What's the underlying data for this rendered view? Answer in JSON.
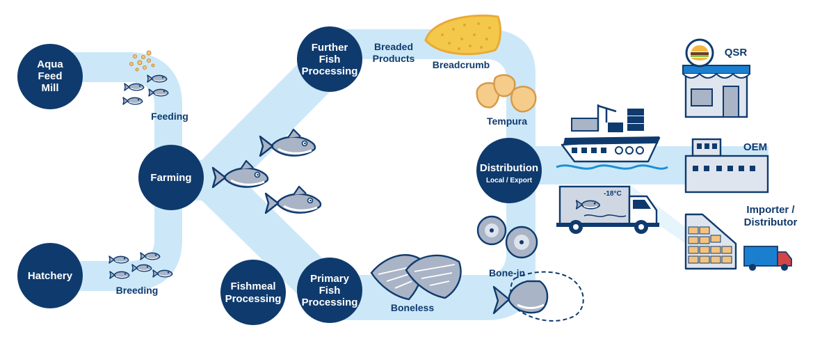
{
  "colors": {
    "node_fill": "#0f3a6d",
    "band_fill": "#cce8f8",
    "label_text": "#0f3a6d",
    "fish_body": "#a9b4c6",
    "breadcrumb": "#f4c84a",
    "tempura": "#f3c37f"
  },
  "nodes": {
    "aqua_feed_mill": {
      "line1": "Aqua",
      "line2": "Feed",
      "line3": "Mill"
    },
    "hatchery": {
      "label": "Hatchery"
    },
    "farming": {
      "label": "Farming"
    },
    "fishmeal": {
      "line1": "Fishmeal",
      "line2": "Processing"
    },
    "further": {
      "line1": "Further",
      "line2": "Fish",
      "line3": "Processing"
    },
    "primary": {
      "line1": "Primary",
      "line2": "Fish",
      "line3": "Processing"
    },
    "distribution": {
      "label": "Distribution",
      "sub": "Local / Export"
    }
  },
  "path_labels": {
    "feeding": "Feeding",
    "breeding": "Breeding",
    "breaded_products_1": "Breaded",
    "breaded_products_2": "Products",
    "breadcrumb": "Breadcrumb",
    "tempura": "Tempura",
    "bone_in": "Bone-in",
    "boneless": "Boneless"
  },
  "destinations": {
    "qsr": "QSR",
    "oem": "OEM",
    "importer_1": "Importer /",
    "importer_2": "Distributor"
  },
  "truck_temp": "-18°C",
  "icons": [
    "fish-icon",
    "feed-pellet-icon",
    "breadcrumb-fillet-icon",
    "tempura-nugget-icon",
    "fish-steak-icon",
    "fish-fillet-icon",
    "whole-fish-outline-icon",
    "cargo-ship-icon",
    "refrigerated-truck-icon",
    "qsr-restaurant-icon",
    "oem-factory-icon",
    "warehouse-icon"
  ]
}
